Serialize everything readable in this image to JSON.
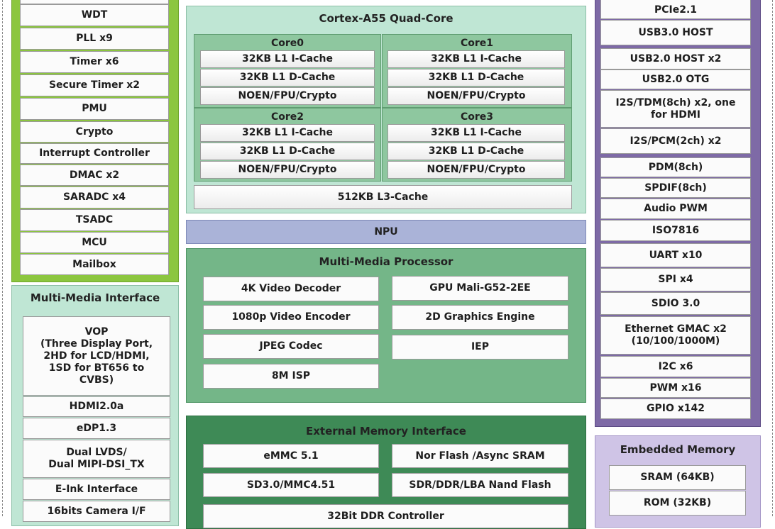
{
  "system": {
    "items": [
      "WDT",
      "PLL x9",
      "Timer x6",
      "Secure Timer x2",
      "PMU",
      "Crypto",
      "Interrupt Controller",
      "DMAC x2",
      "SARADC x4",
      "TSADC",
      "MCU",
      "Mailbox"
    ]
  },
  "mmi": {
    "title": "Multi-Media Interface",
    "vop": "VOP\n(Three Display Port,\n2HD for LCD/HDMI,\n1SD for BT656 to\nCVBS)",
    "items": [
      "HDMI2.0a",
      "eDP1.3",
      "Dual LVDS/\nDual MIPI-DSI_TX",
      "E-Ink Interface",
      "16bits Camera I/F"
    ]
  },
  "cortex": {
    "title": "Cortex-A55 Quad-Core",
    "cores": [
      {
        "name": "Core0",
        "items": [
          "32KB L1 I-Cache",
          "32KB L1 D-Cache",
          "NOEN/FPU/Crypto"
        ]
      },
      {
        "name": "Core1",
        "items": [
          "32KB L1 I-Cache",
          "32KB L1 D-Cache",
          "NOEN/FPU/Crypto"
        ]
      },
      {
        "name": "Core2",
        "items": [
          "32KB L1 I-Cache",
          "32KB L1 D-Cache",
          "NOEN/FPU/Crypto"
        ]
      },
      {
        "name": "Core3",
        "items": [
          "32KB L1 I-Cache",
          "32KB L1 D-Cache",
          "NOEN/FPU/Crypto"
        ]
      }
    ],
    "l3": "512KB L3-Cache"
  },
  "npu": {
    "label": "NPU"
  },
  "mmp": {
    "title": "Multi-Media Processor",
    "left": [
      "4K Video  Decoder",
      "1080p Video  Encoder",
      "JPEG Codec",
      "8M ISP"
    ],
    "right": [
      "GPU Mali-G52-2EE",
      "2D Graphics Engine",
      "IEP"
    ]
  },
  "emi": {
    "title": "External Memory Interface",
    "items": [
      "eMMC 5.1",
      "Nor Flash /Async SRAM",
      "SD3.0/MMC4.51",
      "SDR/DDR/LBA Nand Flash",
      "32Bit DDR Controller"
    ]
  },
  "conn": {
    "items": [
      "PCIe2.1",
      "USB3.0 HOST",
      "USB2.0 HOST x2",
      "USB2.0 OTG",
      "I2S/TDM(8ch) x2, one\nfor HDMI",
      "I2S/PCM(2ch) x2",
      "PDM(8ch)",
      "SPDIF(8ch)",
      "Audio PWM",
      "ISO7816",
      "UART x10",
      "SPI x4",
      "SDIO 3.0",
      "Ethernet GMAC x2\n(10/100/1000M)",
      "I2C x6",
      "PWM x16",
      "GPIO x142"
    ]
  },
  "emb": {
    "title": "Embedded Memory",
    "items": [
      "SRAM (64KB)",
      "ROM (32KB)"
    ]
  }
}
